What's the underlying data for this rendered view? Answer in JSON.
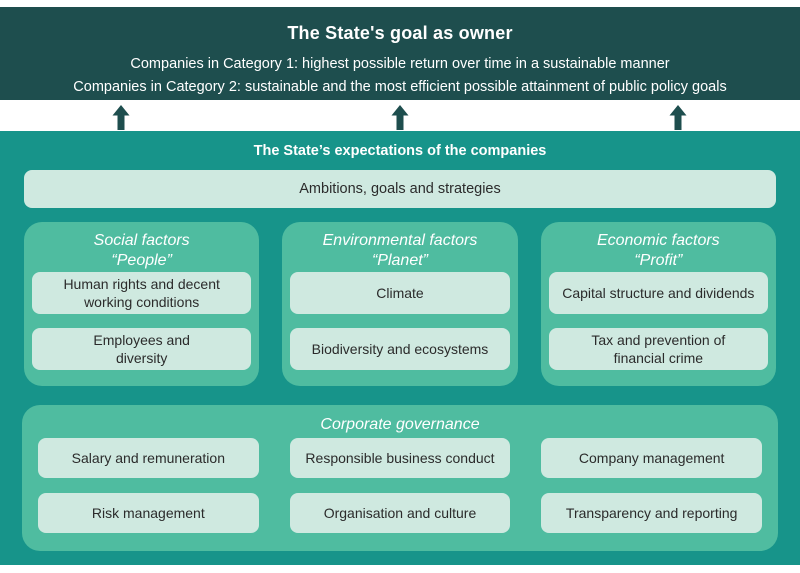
{
  "colors": {
    "dark_teal": "#1E4E4E",
    "panel_teal": "#17948A",
    "card_green": "#4FBCA0",
    "box_mint": "#CFE9E0",
    "text_dark": "#2B2B2B",
    "text_light": "#FFFFFF"
  },
  "banner": {
    "title": "The State's goal as owner",
    "lines": [
      "Companies in Category 1: highest possible return over time in a sustainable manner",
      "Companies in Category 2: sustainable and the most efficient possible attainment of public policy goals"
    ]
  },
  "arrows": [
    "up-arrow",
    "up-arrow",
    "up-arrow"
  ],
  "expectations": {
    "title": "The State’s expectations of the companies",
    "ambitions_label": "Ambitions, goals and strategies",
    "factor_groups": [
      {
        "title": "Social factors",
        "subtitle": "“People”",
        "items": [
          "Human rights and decent\nworking conditions",
          "Employees and\ndiversity"
        ]
      },
      {
        "title": "Environmental factors",
        "subtitle": "“Planet”",
        "items": [
          "Climate",
          "Biodiversity and ecosystems"
        ]
      },
      {
        "title": "Economic factors",
        "subtitle": "“Profit”",
        "items": [
          "Capital structure and dividends",
          "Tax and prevention of\nfinancial crime"
        ]
      }
    ],
    "governance": {
      "title": "Corporate governance",
      "items": [
        "Salary and remuneration",
        "Responsible business conduct",
        "Company management",
        "Risk management",
        "Organisation and culture",
        "Transparency and reporting"
      ]
    }
  }
}
